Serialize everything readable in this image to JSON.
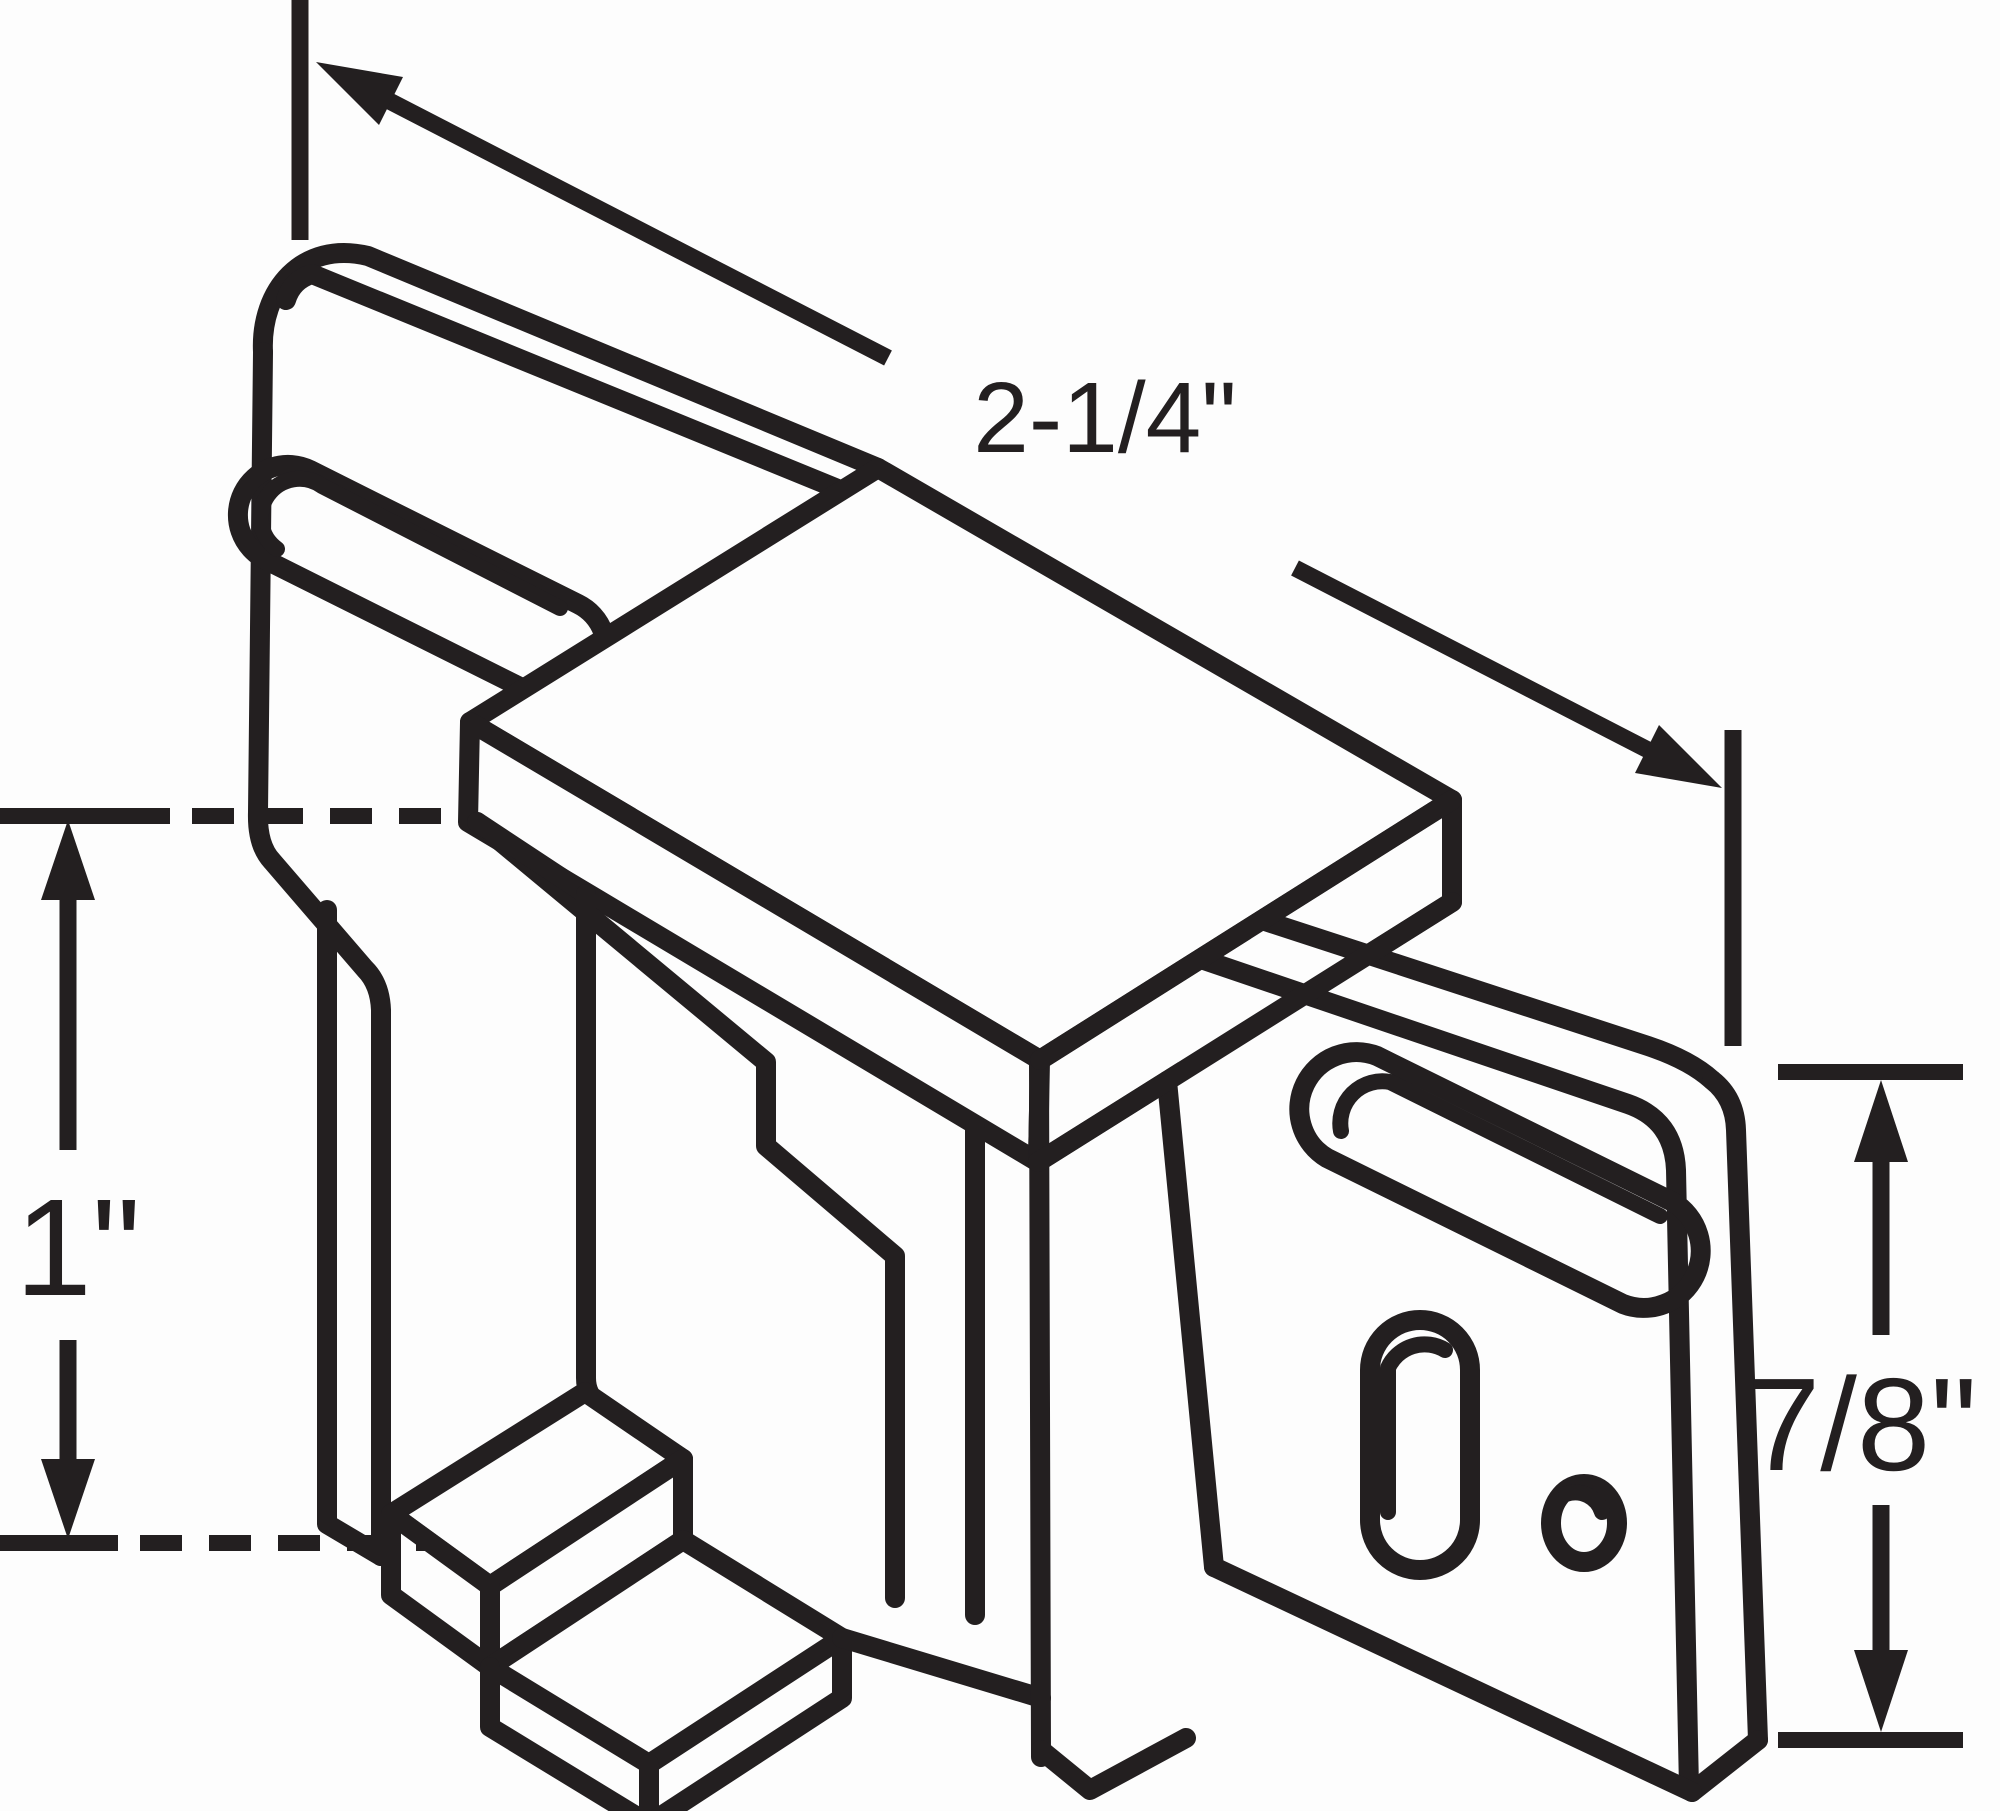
{
  "figure": {
    "type": "technical-line-drawing",
    "subject": "drawer guide bracket, isometric view",
    "style": {
      "line_color": "#231f20",
      "background_color": "#fdfdfd"
    },
    "dimensions": {
      "width_label": "2-1/4\"",
      "left_height_label": "1\"",
      "right_height_label": "7/8\""
    },
    "features": {
      "left_plate_slots": 1,
      "right_plate_slots": 2,
      "right_plate_holes": 1
    }
  }
}
